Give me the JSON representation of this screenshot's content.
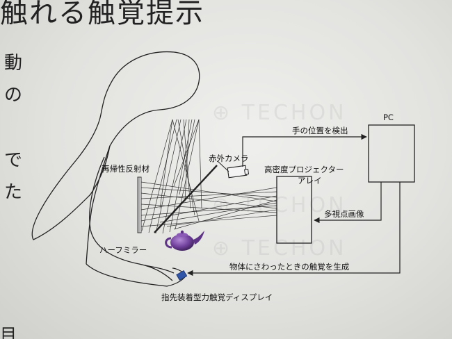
{
  "heading": "触れる触覚提示",
  "side_text": [
    "動",
    "の",
    "で",
    "た"
  ],
  "bottom_char": "目",
  "labels": {
    "retroreflector": "再帰性反射材",
    "ir_camera": "赤外カメラ",
    "projector_line1": "高密度プロジェクター",
    "projector_line2": "アレイ",
    "pc": "PC",
    "hand_position": "手の位置を検出",
    "multi_view": "多視点画像",
    "half_mirror": "ハーフミラー",
    "generate_touch": "物体にさわったときの触覚を生成",
    "finger_display": "指先装着型力触覚ディスプレイ"
  },
  "colors": {
    "teapot": "#6f3f9a",
    "device": "#2f55a8",
    "line": "#222222"
  }
}
